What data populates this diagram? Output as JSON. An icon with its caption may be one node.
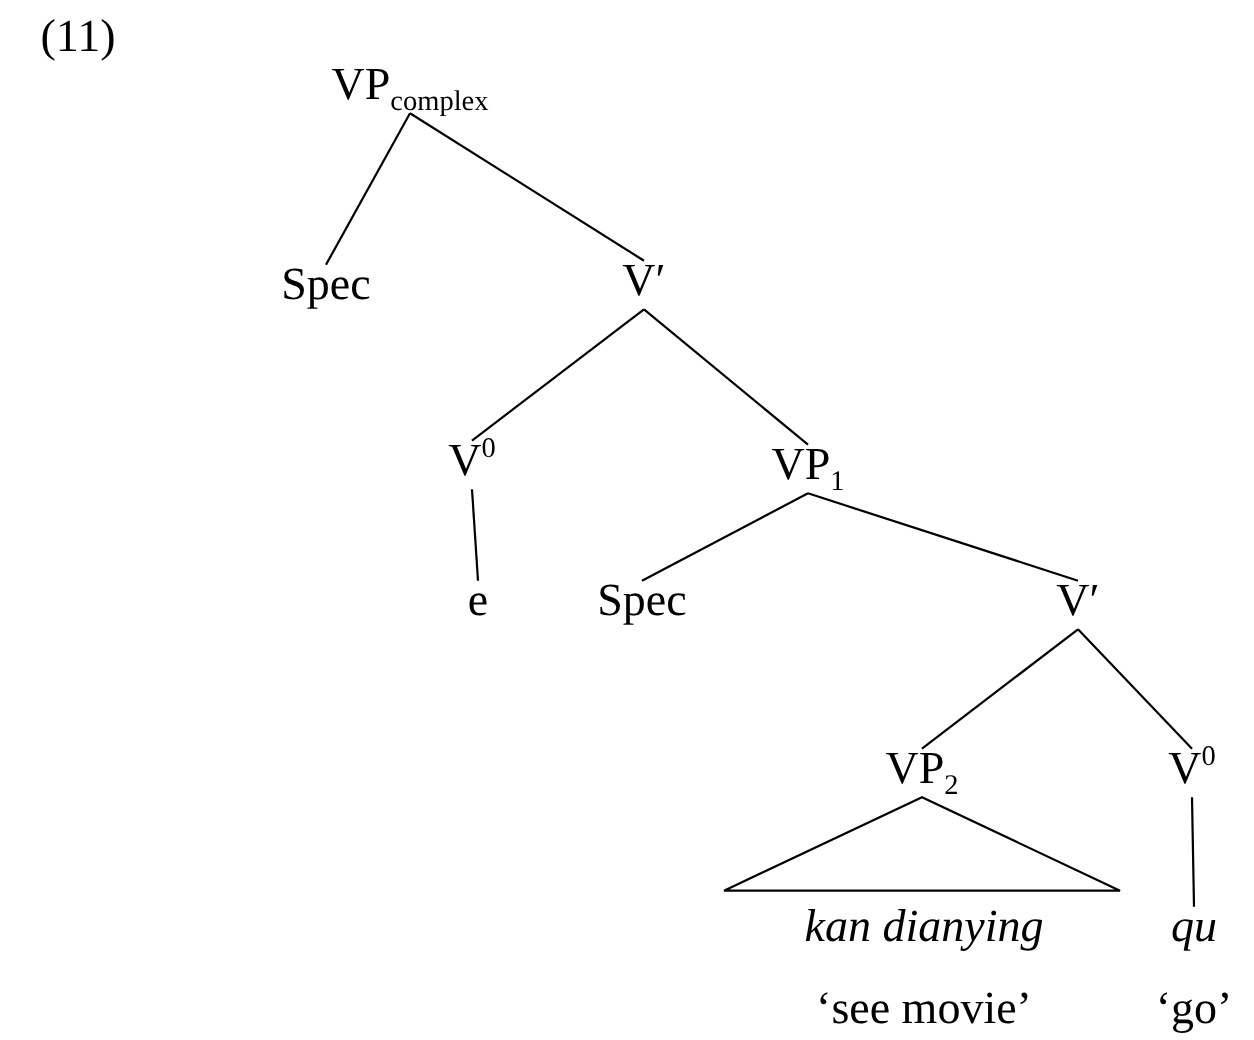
{
  "diagram": {
    "nodes": [
      {
        "text": [
          "VP$_{complex}$"
        ]
      },
      {
        "text": [
          "Spec"
        ]
      },
      {
        "text": [
          "V′"
        ]
      },
      {
        "text": [
          "V$^{0}$"
        ]
      },
      {
        "text": [
          "VP$_{1}$"
        ]
      },
      {
        "text": [
          "e"
        ]
      },
      {
        "text": [
          "Spec"
        ]
      },
      {
        "text": [
          "V′"
        ]
      },
      {
        "text": [
          "VP$_{2}$"
        ]
      },
      {
        "text": [
          "V$^{0}$"
        ]
      },
      {
        "text": [
          "kan dianying"
        ],
        "beside": [
          "‘see movie’"
        ]
      },
      {
        "text": [
          "qu"
        ],
        "beside": [
          "‘go’"
        ]
      }
    ],
    "edges": [
      {
        "from": 0,
        "to": 1,
        "arrow": "none"
      },
      {
        "from": 0,
        "to": 2,
        "arrow": "none"
      },
      {
        "from": 2,
        "to": 3,
        "arrow": "none"
      },
      {
        "from": 2,
        "to": 4,
        "arrow": "none"
      },
      {
        "from": 3,
        "to": 5,
        "arrow": "none"
      },
      {
        "from": 4,
        "to": 6,
        "arrow": "none"
      },
      {
        "from": 4,
        "to": 7,
        "arrow": "none"
      },
      {
        "from": 7,
        "to": 8,
        "arrow": "none"
      },
      {
        "from": 7,
        "to": 9,
        "arrow": "none"
      },
      {
        "from": 8,
        "to": 10,
        "arrow": "none"
      },
      {
        "from": 9,
        "to": 11,
        "arrow": "none"
      }
    ],
    "labels": [
      "(11)"
    ]
  }
}
